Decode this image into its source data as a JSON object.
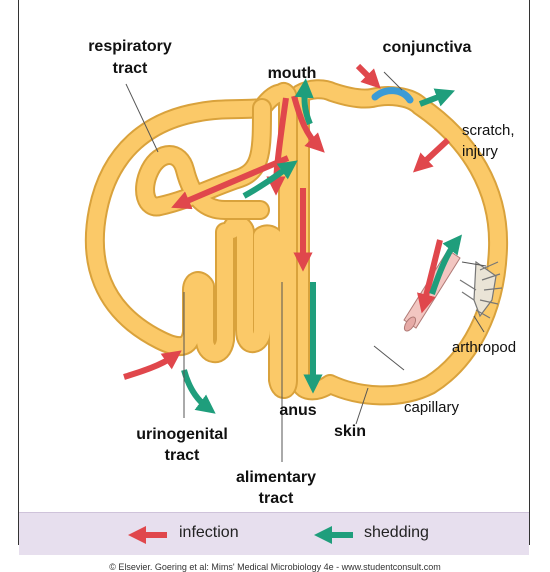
{
  "labels": {
    "respiratory": [
      "respiratory",
      "tract"
    ],
    "mouth": "mouth",
    "conjunctiva": "conjunctiva",
    "scratch": [
      "scratch,",
      "injury"
    ],
    "arthropod": "arthropod",
    "capillary": "capillary",
    "skin": "skin",
    "anus": "anus",
    "urinogenital": [
      "urinogenital",
      "tract"
    ],
    "alimentary": [
      "alimentary",
      "tract"
    ]
  },
  "legend": {
    "infection": "infection",
    "shedding": "shedding"
  },
  "credit": "© Elsevier. Goering et al: Mims' Medical Microbiology 4e - www.studentconsult.com",
  "colors": {
    "body_fill": "#fbc968",
    "body_stroke": "#d9a23c",
    "infection_arrow": "#e0474c",
    "shedding_arrow": "#1f9e7c",
    "conjunctiva": "#3b9bd6",
    "legend_bg": "#e7dfee"
  }
}
